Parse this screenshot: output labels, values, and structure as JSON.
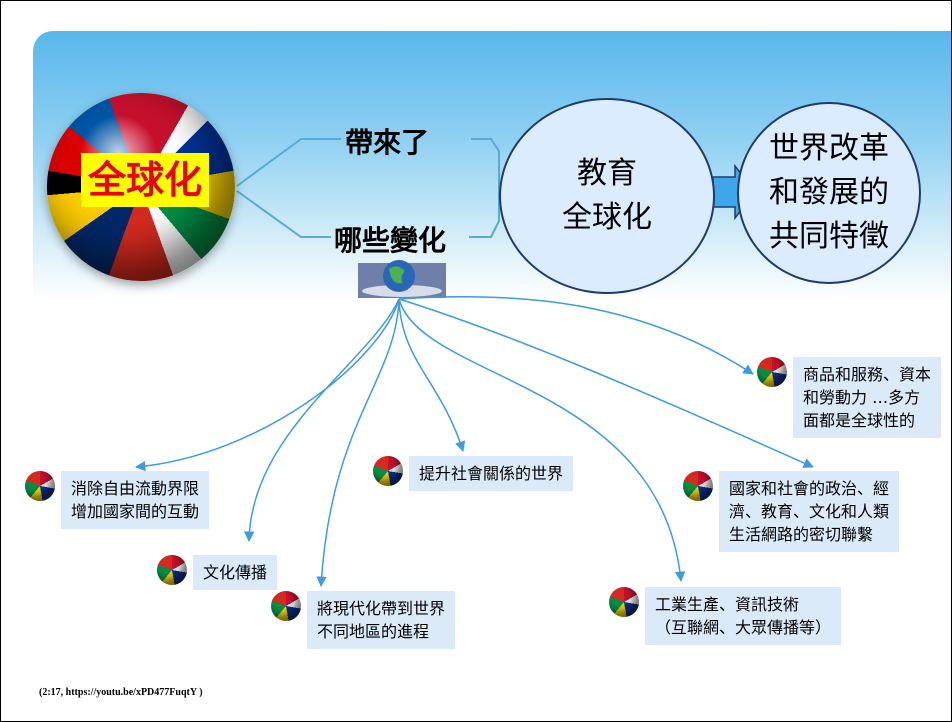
{
  "main_topic": "全球化",
  "caption_top": "帶來了",
  "caption_bottom": "哪些變化",
  "circle_1": {
    "line1": "教育",
    "line2": "全球化"
  },
  "circle_2": {
    "line1": "世界改革",
    "line2": "和發展的",
    "line3": "共同特徵"
  },
  "nodes": [
    {
      "lines": [
        "消除自由流動界限",
        "增加國家間的互動"
      ]
    },
    {
      "lines": [
        "文化傳播"
      ]
    },
    {
      "lines": [
        "將現代化帶到世界",
        "不同地區的進程"
      ]
    },
    {
      "lines": [
        "提升社會關係的世界"
      ]
    },
    {
      "lines": [
        "工業生產、資訊技術",
        "（互聯網、大眾傳播等）"
      ]
    },
    {
      "lines": [
        "國家和社會的政治、經",
        "濟、教育、文化和人類",
        "生活網路的密切聯繫"
      ]
    },
    {
      "lines": [
        "商品和服務、資本",
        "和勞動力 …多方",
        "面都是全球性的"
      ]
    }
  ],
  "footnote": "(2:17, https://youtu.be/xPD477FuqtY )",
  "colors": {
    "banner_top": "#58b7ec",
    "node_box": "#dbeaf8",
    "connector": "#3d9be0",
    "circle_fill": "#dcecff",
    "label_bg": "#ffff00",
    "label_text": "#e8001c"
  }
}
